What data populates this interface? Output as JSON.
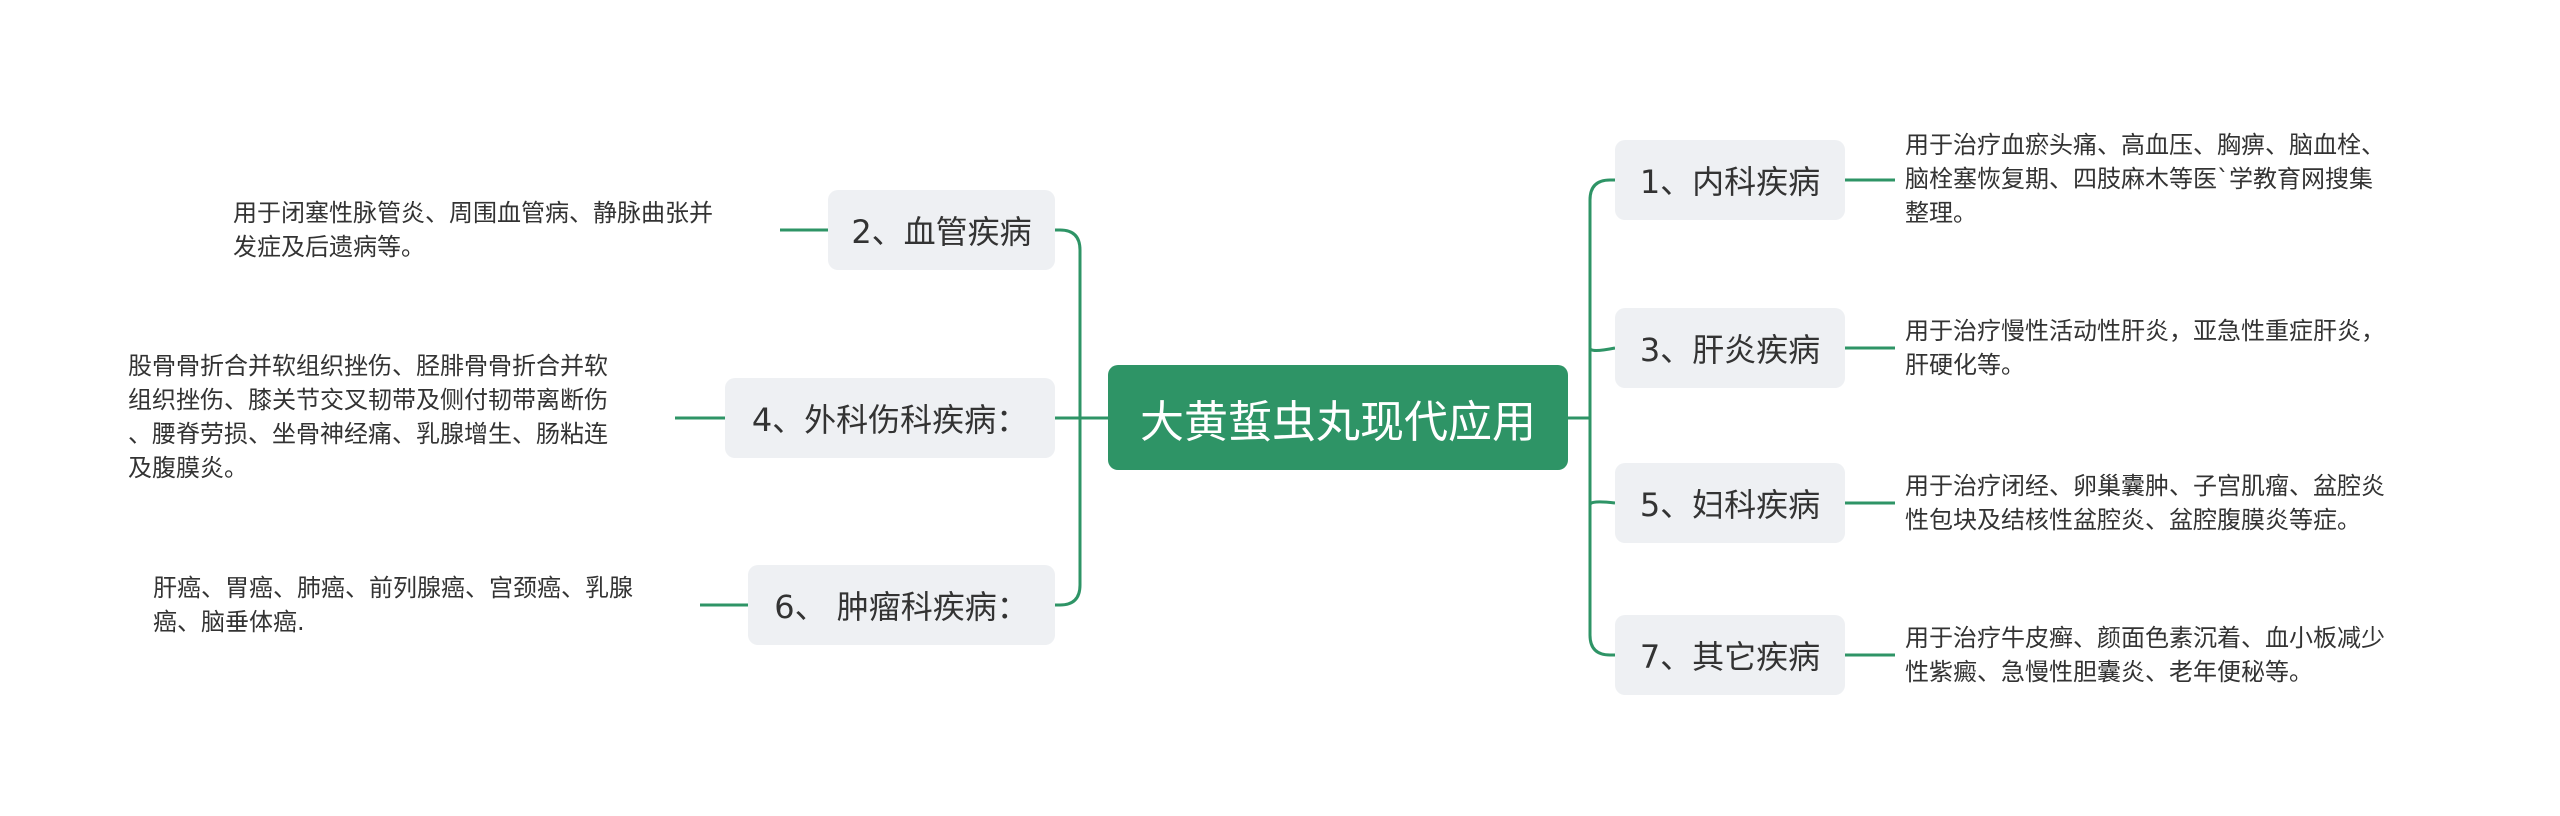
{
  "root": {
    "label": "大黄蜇虫丸现代应用",
    "color": "#2e9466"
  },
  "line_color": "#2e9466",
  "right": [
    {
      "label": "1、内科疾病",
      "note_lines": [
        "用于治疗血瘀头痛、高血压、胸痹、脑血栓、",
        "脑栓塞恢复期、四肢麻木等医`学教育网搜集",
        "整理。"
      ]
    },
    {
      "label": "3、肝炎疾病",
      "note_lines": [
        "用于治疗慢性活动性肝炎，亚急性重症肝炎，",
        "肝硬化等。"
      ]
    },
    {
      "label": "5、妇科疾病",
      "note_lines": [
        "用于治疗闭经、卵巢囊肿、子宫肌瘤、盆腔炎",
        "性包块及结核性盆腔炎、盆腔腹膜炎等症。"
      ]
    },
    {
      "label": "7、其它疾病",
      "note_lines": [
        "用于治疗牛皮癣、颜面色素沉着、血小板减少",
        "性紫癜、急慢性胆囊炎、老年便秘等。"
      ]
    }
  ],
  "left": [
    {
      "label": "2、血管疾病",
      "note_lines": [
        "用于闭塞性脉管炎、周围血管病、静脉曲张并",
        "发症及后遗病等。"
      ]
    },
    {
      "label": "4、外科伤科疾病：",
      "note_lines": [
        "股骨骨折合并软组织挫伤、胫腓骨骨折合并软",
        "组织挫伤、膝关节交叉韧带及侧付韧带离断伤",
        "、腰脊劳损、坐骨神经痛、乳腺增生、肠粘连",
        "及腹膜炎。"
      ]
    },
    {
      "label": "6、 肿瘤科疾病：",
      "note_lines": [
        "肝癌、胃癌、肺癌、前列腺癌、宫颈癌、乳腺",
        "癌、脑垂体癌."
      ]
    }
  ]
}
